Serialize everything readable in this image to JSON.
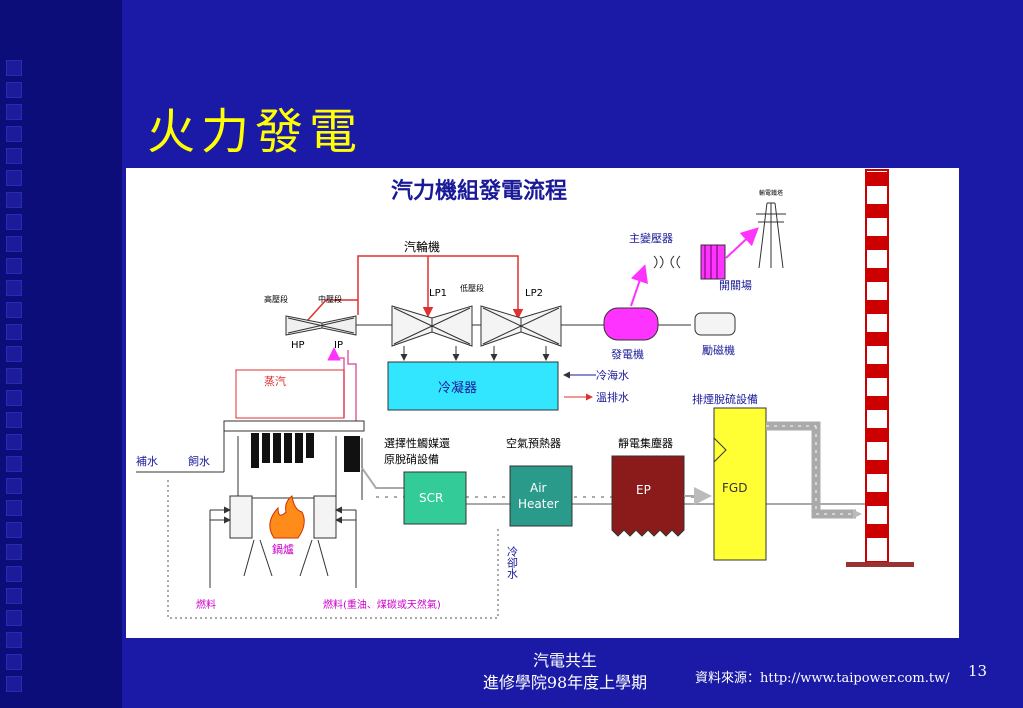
{
  "slide": {
    "title": "火力發電",
    "footer_line1": "汽電共生",
    "footer_line2": "進修學院98年度上學期",
    "source": "資料來源：http://www.taipower.com.tw/",
    "page_number": "13"
  },
  "diagram": {
    "title": "汽力機組發電流程",
    "turbine_label": "汽輪機",
    "hp_stage": "高壓段",
    "ip_stage": "中壓段",
    "lp_stage": "低壓段",
    "hp": "HP",
    "ip": "IP",
    "lp1": "LP1",
    "lp2": "LP2",
    "main_transformer": "主變壓器",
    "tower": "輸電鐵塔",
    "switchyard": "開關場",
    "generator": "發電機",
    "exciter": "勵磁機",
    "condenser": "冷凝器",
    "cold_sea_water": "冷海水",
    "warm_discharge": "溫排水",
    "steam": "蒸汽",
    "scr_desc_1": "選擇性觸媒還",
    "scr_desc_2": "原脫硝設備",
    "air_heater_desc": "空氣預熱器",
    "ep_desc": "靜電集塵器",
    "fgd_desc": "排煙脫硫設備",
    "makeup_water": "補水",
    "feed_water": "飼水",
    "scr": "SCR",
    "air_heater_1": "Air",
    "air_heater_2": "Heater",
    "ep": "EP",
    "fgd": "FGD",
    "boiler": "鍋爐",
    "cooling_water": "冷卻水",
    "fuel_left": "燃料",
    "fuel_right": "燃料(重油、煤碳或天然氣)"
  },
  "colors": {
    "background": "#1a1aa6",
    "title": "#ffff00",
    "steam_line": "#e03030",
    "condenser_fill": "#33e6ff",
    "generator_fill": "#ff33ff",
    "scr_fill": "#33cc99",
    "air_heater_fill": "#2a9a8a",
    "ep_fill": "#8b1a1a",
    "fgd_fill": "#ffff33",
    "label_blue": "#1a1a99",
    "label_magenta": "#cc00cc"
  }
}
